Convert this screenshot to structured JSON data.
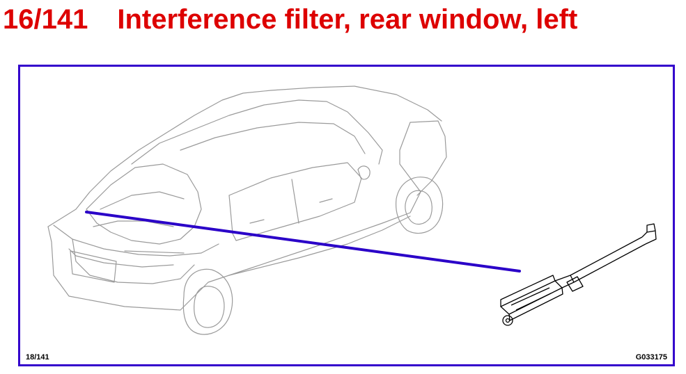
{
  "header": {
    "ref_number": "16/141",
    "title": "Interference filter, rear window, left"
  },
  "figure": {
    "page_ref": "18/141",
    "figure_code": "G033175"
  },
  "colors": {
    "title": "#dd0000",
    "frame": "#3300cc",
    "pointer": "#2a00c8",
    "line_art": "#9a9a9a"
  }
}
